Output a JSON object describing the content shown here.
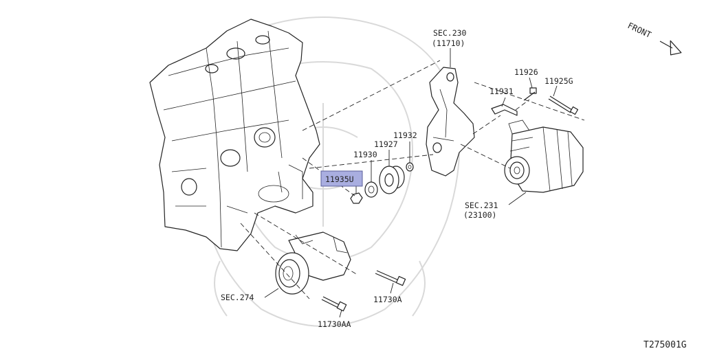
{
  "diagram": {
    "front_label": "FRONT",
    "drawing_code": "T275001G",
    "highlight_color": "#a9aee0",
    "labels": {
      "sec230": "SEC.230",
      "sec230_ref": "(11710)",
      "sec231": "SEC.231",
      "sec231_ref": "(23100)",
      "sec274": "SEC.274",
      "p11926": "11926",
      "p11925g": "11925G",
      "p11931": "11931",
      "p11932": "11932",
      "p11927": "11927",
      "p11930": "11930",
      "p11935u": "11935U",
      "p11730a": "11730A",
      "p11730aa": "11730AA"
    }
  }
}
